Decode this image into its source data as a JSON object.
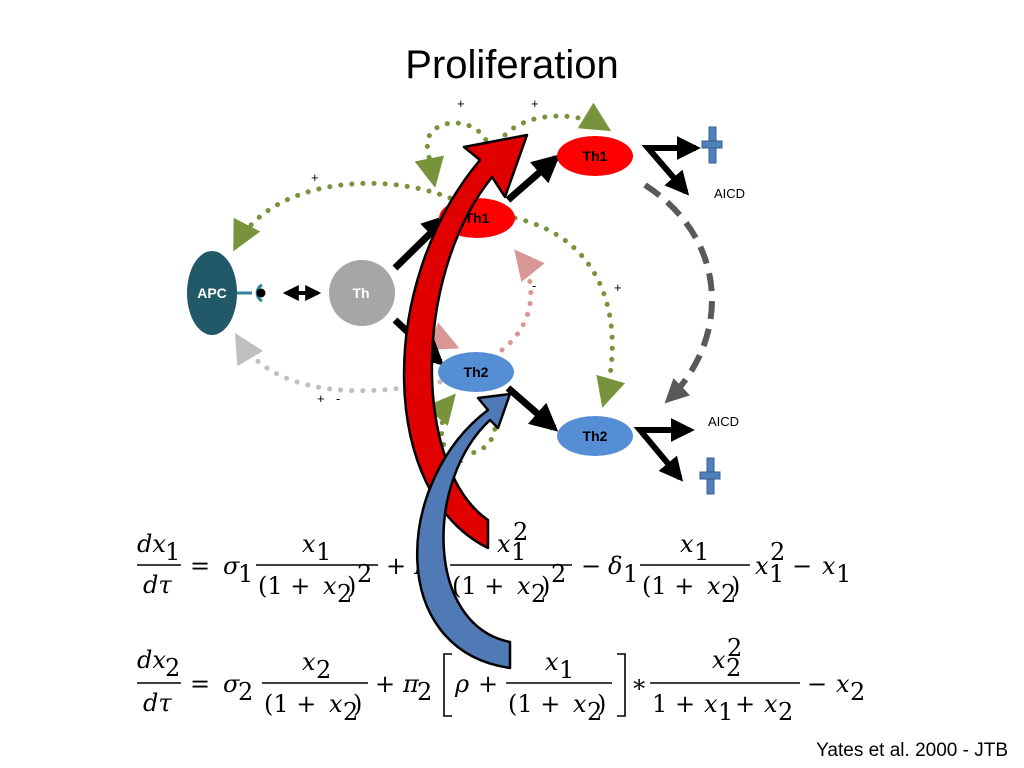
{
  "slide": {
    "title": "Proliferation",
    "citation": "Yates et al. 2000 - JTB"
  },
  "nodes": {
    "apc": "APC",
    "th": "Th",
    "th1_mid": "Th1",
    "th1_top": "Th1",
    "th2_mid": "Th2",
    "th2_low": "Th2"
  },
  "annotations": {
    "aicd_top": "AICD",
    "aicd_low": "AICD",
    "plus": "+",
    "minus": "-"
  },
  "equations": {
    "eq1": {
      "dx": "dx",
      "sub": "1",
      "dtau": "dτ",
      "eq": "=",
      "sigma": "σ",
      "pi": "π",
      "delta": "δ",
      "x": "x",
      "one": "1",
      "two": "2",
      "plus": "+",
      "minus": "−",
      "open": "(1 +",
      "close": ")"
    },
    "eq2": {
      "dx": "dx",
      "sub": "2",
      "dtau": "dτ",
      "eq": "=",
      "sigma": "σ",
      "pi": "π",
      "rho": "ρ",
      "x": "x",
      "one": "1",
      "two": "2",
      "plus": "+",
      "minus": "−",
      "star": "∗",
      "open": "(1 +",
      "close": ")"
    }
  },
  "colors": {
    "apc": "#215968",
    "th": "#a6a6a6",
    "th1": "#ff0000",
    "th2": "#558ed5",
    "green_dotted": "#77933c",
    "pink_dotted": "#d99694",
    "grey_dotted": "#bfbfbf",
    "grey_dashed": "#595959",
    "death_mark": "#4f81bd",
    "red_arrow": "#e00000",
    "blue_arrow": "#4f7ab5"
  }
}
